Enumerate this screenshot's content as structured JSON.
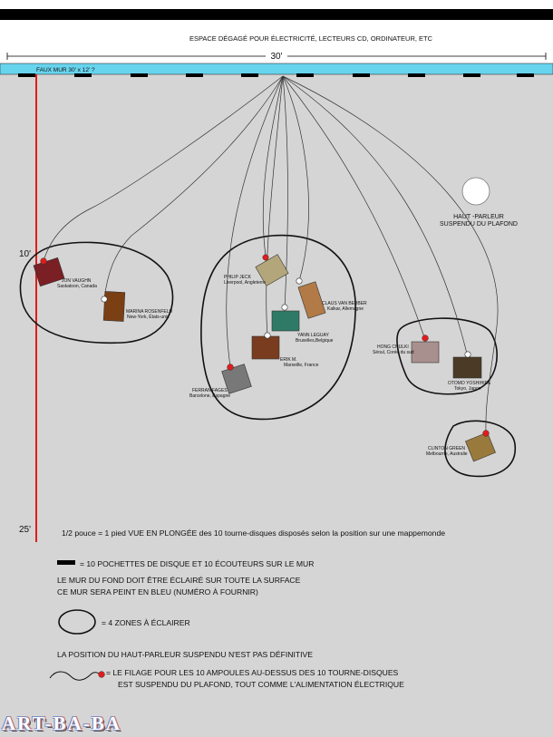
{
  "header": {
    "clearance_note": "ESPACE DÉGAGÉ POUR ÉLECTRICITÉ, LECTEURS CD, ORDINATEUR, ETC",
    "width_dimension": "30'"
  },
  "wall": {
    "label": "FAUX MUR 30' x 12'  ?",
    "color": "#67d4ee"
  },
  "left_scale": {
    "mark_top": "10'",
    "mark_bottom": "25'",
    "color": "#e11c1c"
  },
  "speaker": {
    "label_line1": "HAUT -PARLEUR",
    "label_line2": "SUSPENDU DU PLAFOND"
  },
  "turntables": [
    {
      "id": "jon-vaughn",
      "name": "JON VAUGHN",
      "city": "Saskatoon, Canada",
      "color": "#7a1f24",
      "dot": "red"
    },
    {
      "id": "marina-rosenfeld",
      "name": "MARINA ROSENFELD",
      "city": "New-York, États-unis",
      "color": "#7a3f13",
      "dot": "white"
    },
    {
      "id": "philip-jeck",
      "name": "PHILIP JECK",
      "city": "Liverpool, Angleterre",
      "color": "#b2a67a",
      "dot": "red"
    },
    {
      "id": "claus-van-bebber",
      "name": "CLAUS VAN BEBBER",
      "city": "Kalkar, Allemagne",
      "color": "#b27a46",
      "dot": "white"
    },
    {
      "id": "yann-leguay",
      "name": "YANN LEGUAY",
      "city": "Bruxelles,Belgique",
      "color": "#2e7a66",
      "dot": "white"
    },
    {
      "id": "erik-m",
      "name": "ERIK M.",
      "city": "Marseille, France",
      "color": "#7a3c1f",
      "dot": "white"
    },
    {
      "id": "ferran-fages",
      "name": "FERRAN FAGES",
      "city": "Barcelone, Espagne",
      "color": "#787878",
      "dot": "red"
    },
    {
      "id": "hong-chulki",
      "name": "HONG CHULKI",
      "city": "Séoul, Corée du sud",
      "color": "#a8908f",
      "dot": "red"
    },
    {
      "id": "otomo-yoshihide",
      "name": "OTOMO YOSHIHIDE",
      "city": "Tokyo, Japon",
      "color": "#4a3a26",
      "dot": "white"
    },
    {
      "id": "clinton-green",
      "name": "CLINTON GREEN",
      "city": "Melbourne, Australie",
      "color": "#9a7a3c",
      "dot": "red"
    }
  ],
  "legend": {
    "scale_note": "1/2 pouce = 1 pied  VUE EN PLONGÉE des 10 tourne-disques disposés selon la position sur une mappemonde",
    "sleeves_note": "= 10 POCHETTES DE DISQUE ET 10 ÉCOUTEURS SUR LE MUR",
    "wall_light_1": "LE MUR DU FOND DOIT ÊTRE ÉCLAIRÉ SUR TOUTE LA SURFACE",
    "wall_light_2": "CE MUR SERA PEINT EN BLEU (NUMÉRO À FOURNIR)",
    "zones_note": "= 4 ZONES À ÉCLAIRER",
    "speaker_note": "LA POSITION DU HAUT-PARLEUR SUSPENDU N'EST PAS DÉFINITIVE",
    "wiring_1": "=  LE FILAGE POUR LES 10 AMPOULES AU-DESSUS DES 10 TOURNE-DISQUES",
    "wiring_2": "EST SUSPENDU DU PLAFOND, TOUT COMME L'ALIMENTATION ÉLECTRIQUE"
  },
  "logo": "ART-BA-BA",
  "colors": {
    "floor": "#d5d5d5",
    "red_dot": "#e11c1c",
    "wall_blue": "#67d4ee"
  }
}
